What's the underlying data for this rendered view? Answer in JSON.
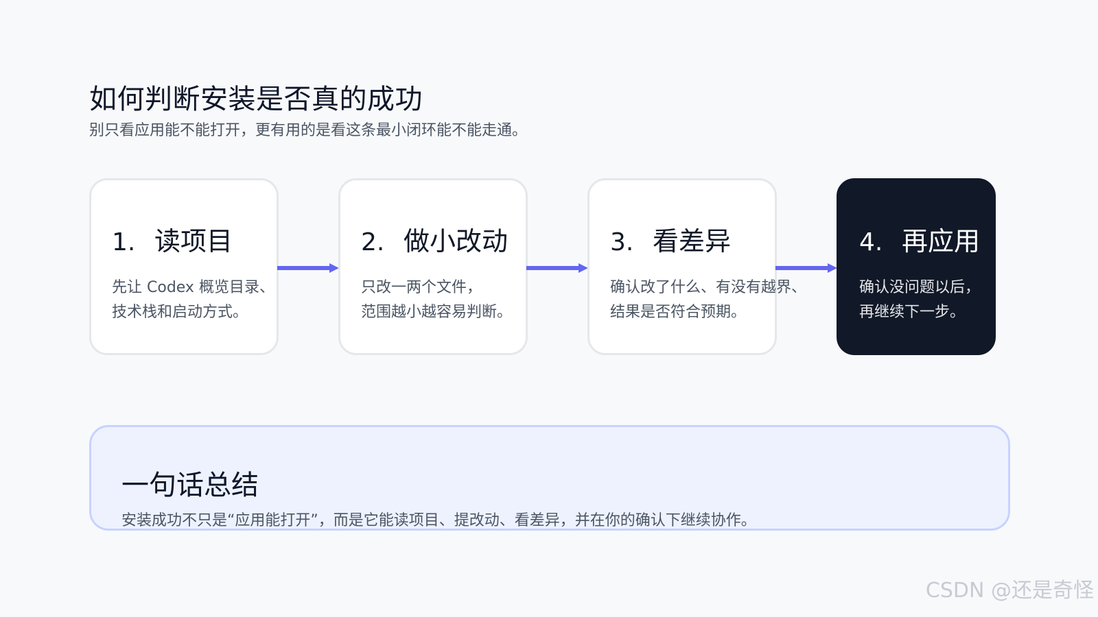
{
  "header": {
    "title": "如何判断安装是否真的成功",
    "subtitle": "别只看应用能不能打开，更有用的是看这条最小闭环能不能走通。"
  },
  "steps": [
    {
      "number": "1.",
      "title": "读项目",
      "lines": [
        "先让 Codex 概览目录、",
        "技术栈和启动方式。"
      ]
    },
    {
      "number": "2.",
      "title": "做小改动",
      "lines": [
        "只改一两个文件，",
        "范围越小越容易判断。"
      ]
    },
    {
      "number": "3.",
      "title": "看差异",
      "lines": [
        "确认改了什么、有没有越界、",
        "结果是否符合预期。"
      ]
    },
    {
      "number": "4.",
      "title": "再应用",
      "lines": [
        "确认没问题以后，",
        "再继续下一步。"
      ]
    }
  ],
  "summary": {
    "title": "一句话总结",
    "text": "安装成功不只是“应用能打开”，而是它能读项目、提改动、看差异，并在你的确认下继续协作。"
  },
  "watermark": "CSDN @还是奇怪",
  "colors": {
    "accent": "#6366f1",
    "dark_card": "#111827",
    "summary_bg": "#eef2ff",
    "summary_border": "#c7d2fe"
  }
}
